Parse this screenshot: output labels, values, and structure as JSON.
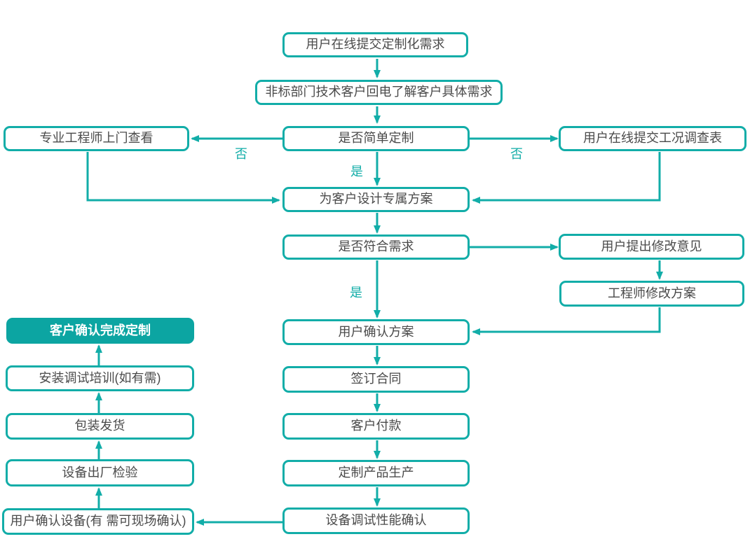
{
  "diagram": {
    "type": "flowchart",
    "colors": {
      "accent": "#12ADA8",
      "filled_node_background": "#0CA5A2",
      "filled_node_text": "#FFFFFF",
      "node_text": "#4A4A4A",
      "background": "#FFFFFF"
    },
    "nodes": [
      {
        "id": "submit-custom-requirement",
        "label": "用户在线提交定制化需求"
      },
      {
        "id": "callback-understand-needs",
        "label": "非标部门技术客户回电了解客户具体需求"
      },
      {
        "id": "engineer-onsite-visit",
        "label": "专业工程师上门查看"
      },
      {
        "id": "simple-customization",
        "label": "是否简单定制"
      },
      {
        "id": "submit-condition-survey",
        "label": "用户在线提交工况调查表"
      },
      {
        "id": "design-exclusive-plan",
        "label": "为客户设计专属方案"
      },
      {
        "id": "meets-requirements",
        "label": "是否符合需求"
      },
      {
        "id": "user-revision-feedback",
        "label": "用户提出修改意见"
      },
      {
        "id": "engineer-revise-plan",
        "label": "工程师修改方案"
      },
      {
        "id": "user-confirm-plan",
        "label": "用户确认方案"
      },
      {
        "id": "customer-confirm-complete",
        "label": "客户确认完成定制"
      },
      {
        "id": "install-debug-training",
        "label": "安装调试培训(如有需)"
      },
      {
        "id": "sign-contract",
        "label": "签订合同"
      },
      {
        "id": "packing-shipping",
        "label": "包装发货"
      },
      {
        "id": "customer-payment",
        "label": "客户付款"
      },
      {
        "id": "factory-inspection",
        "label": "设备出厂检验"
      },
      {
        "id": "custom-production",
        "label": "定制产品生产"
      },
      {
        "id": "user-confirm-equipment",
        "label": "用户确认设备(有 需可现场确认)"
      },
      {
        "id": "equipment-debug-confirm",
        "label": "设备调试性能确认"
      }
    ],
    "edge_labels": [
      {
        "id": "no-left",
        "text": "否"
      },
      {
        "id": "no-right",
        "text": "否"
      },
      {
        "id": "yes-top",
        "text": "是"
      },
      {
        "id": "yes-mid",
        "text": "是"
      }
    ]
  }
}
